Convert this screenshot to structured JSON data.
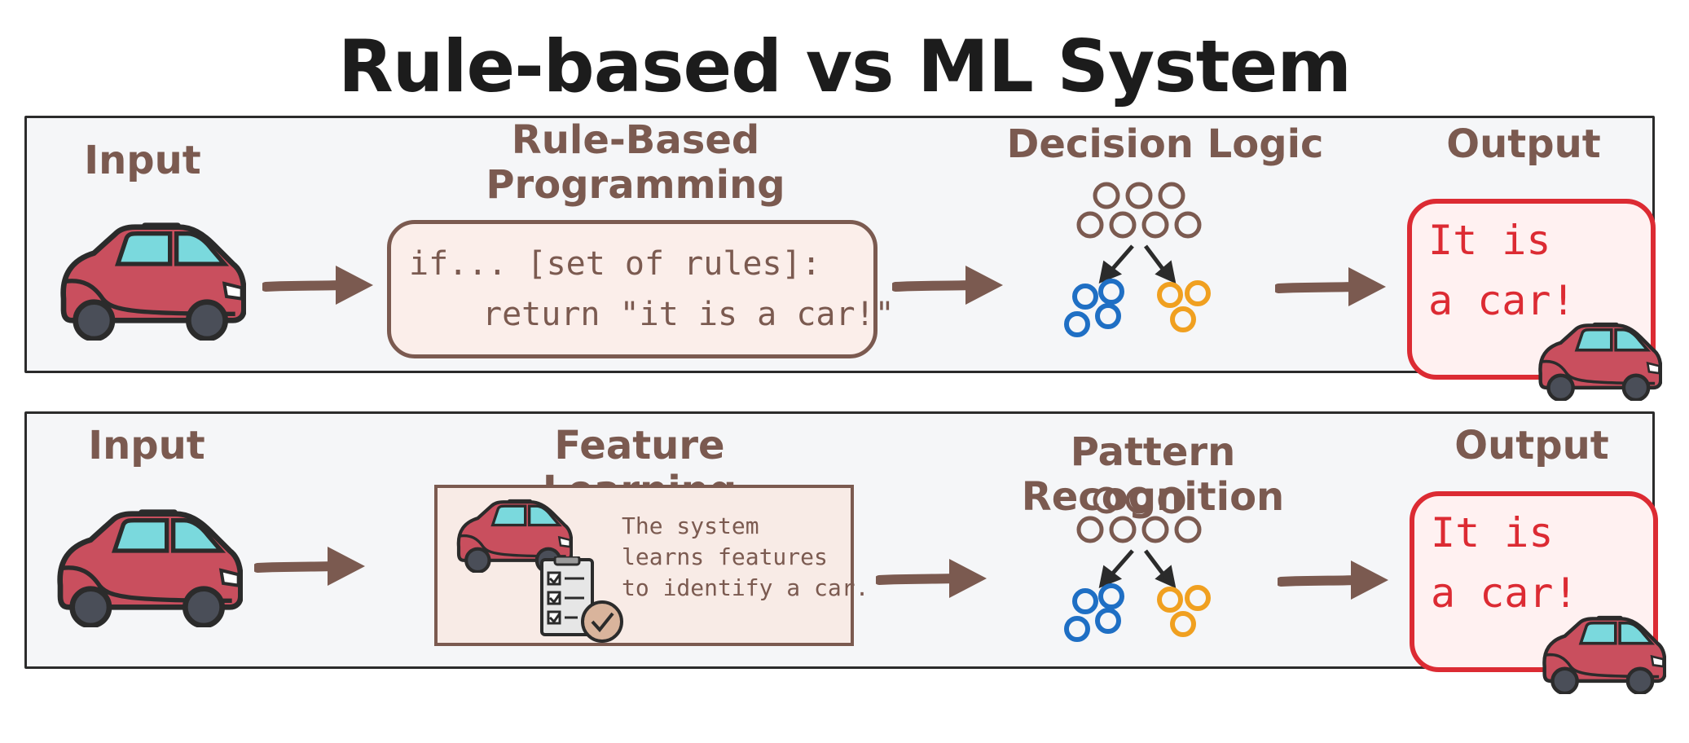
{
  "title": "Rule-based vs ML System",
  "row1": {
    "input_label": "Input",
    "process_label_line1": "Rule-Based",
    "process_label_line2": "Programming",
    "rule_line1": "if... [set of rules]:",
    "rule_line2": "return \"it is a car!\"",
    "logic_label": "Decision Logic",
    "output_label": "Output",
    "output_line1": "It is",
    "output_line2": "a car!"
  },
  "row2": {
    "input_label": "Input",
    "process_label": "Feature Learning",
    "feature_line1": "The system",
    "feature_line2": "learns features",
    "feature_line3": "to identify a car.",
    "logic_label": "Pattern Recognition",
    "output_label": "Output",
    "output_line1": "It is",
    "output_line2": "a car!"
  },
  "colors": {
    "brown": "#7b5a50",
    "red": "#dc2b33",
    "blue": "#1f6fc4",
    "orange": "#f0a020",
    "car_body": "#c94f5e",
    "car_window": "#7ad9dd"
  }
}
